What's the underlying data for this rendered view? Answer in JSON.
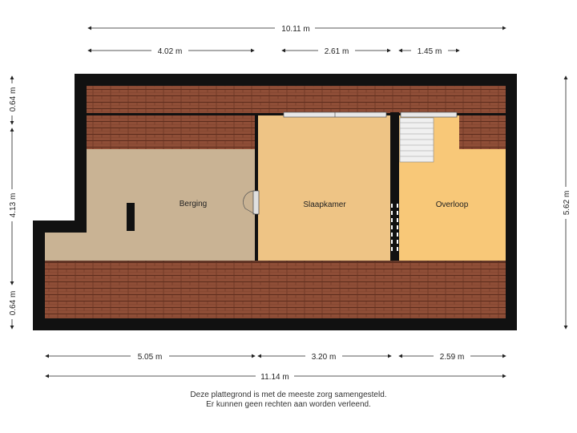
{
  "dimensions": {
    "top_total": "10.11 m",
    "top_segments": [
      "4.02 m",
      "2.61 m",
      "1.45 m"
    ],
    "bottom_segments": [
      "5.05 m",
      "3.20 m",
      "2.59 m"
    ],
    "bottom_total": "11.14 m",
    "left_segments": [
      "0.64 m",
      "4.13 m",
      "0.64 m"
    ],
    "right_total": "5.62 m"
  },
  "rooms": {
    "berging": "Berging",
    "slaapkamer": "Slaapkamer",
    "overloop": "Overloop"
  },
  "colors": {
    "wall": "#111111",
    "roof": "#8f4e37",
    "roof_line": "#5c2c1c",
    "berging": "#c9b394",
    "slaapkamer": "#eec485",
    "overloop": "#f8c878",
    "stairs": "#f0f0f0"
  },
  "disclaimer": {
    "line1": "Deze plattegrond is met de meeste zorg samengesteld.",
    "line2": "Er kunnen geen rechten aan worden verleend."
  }
}
